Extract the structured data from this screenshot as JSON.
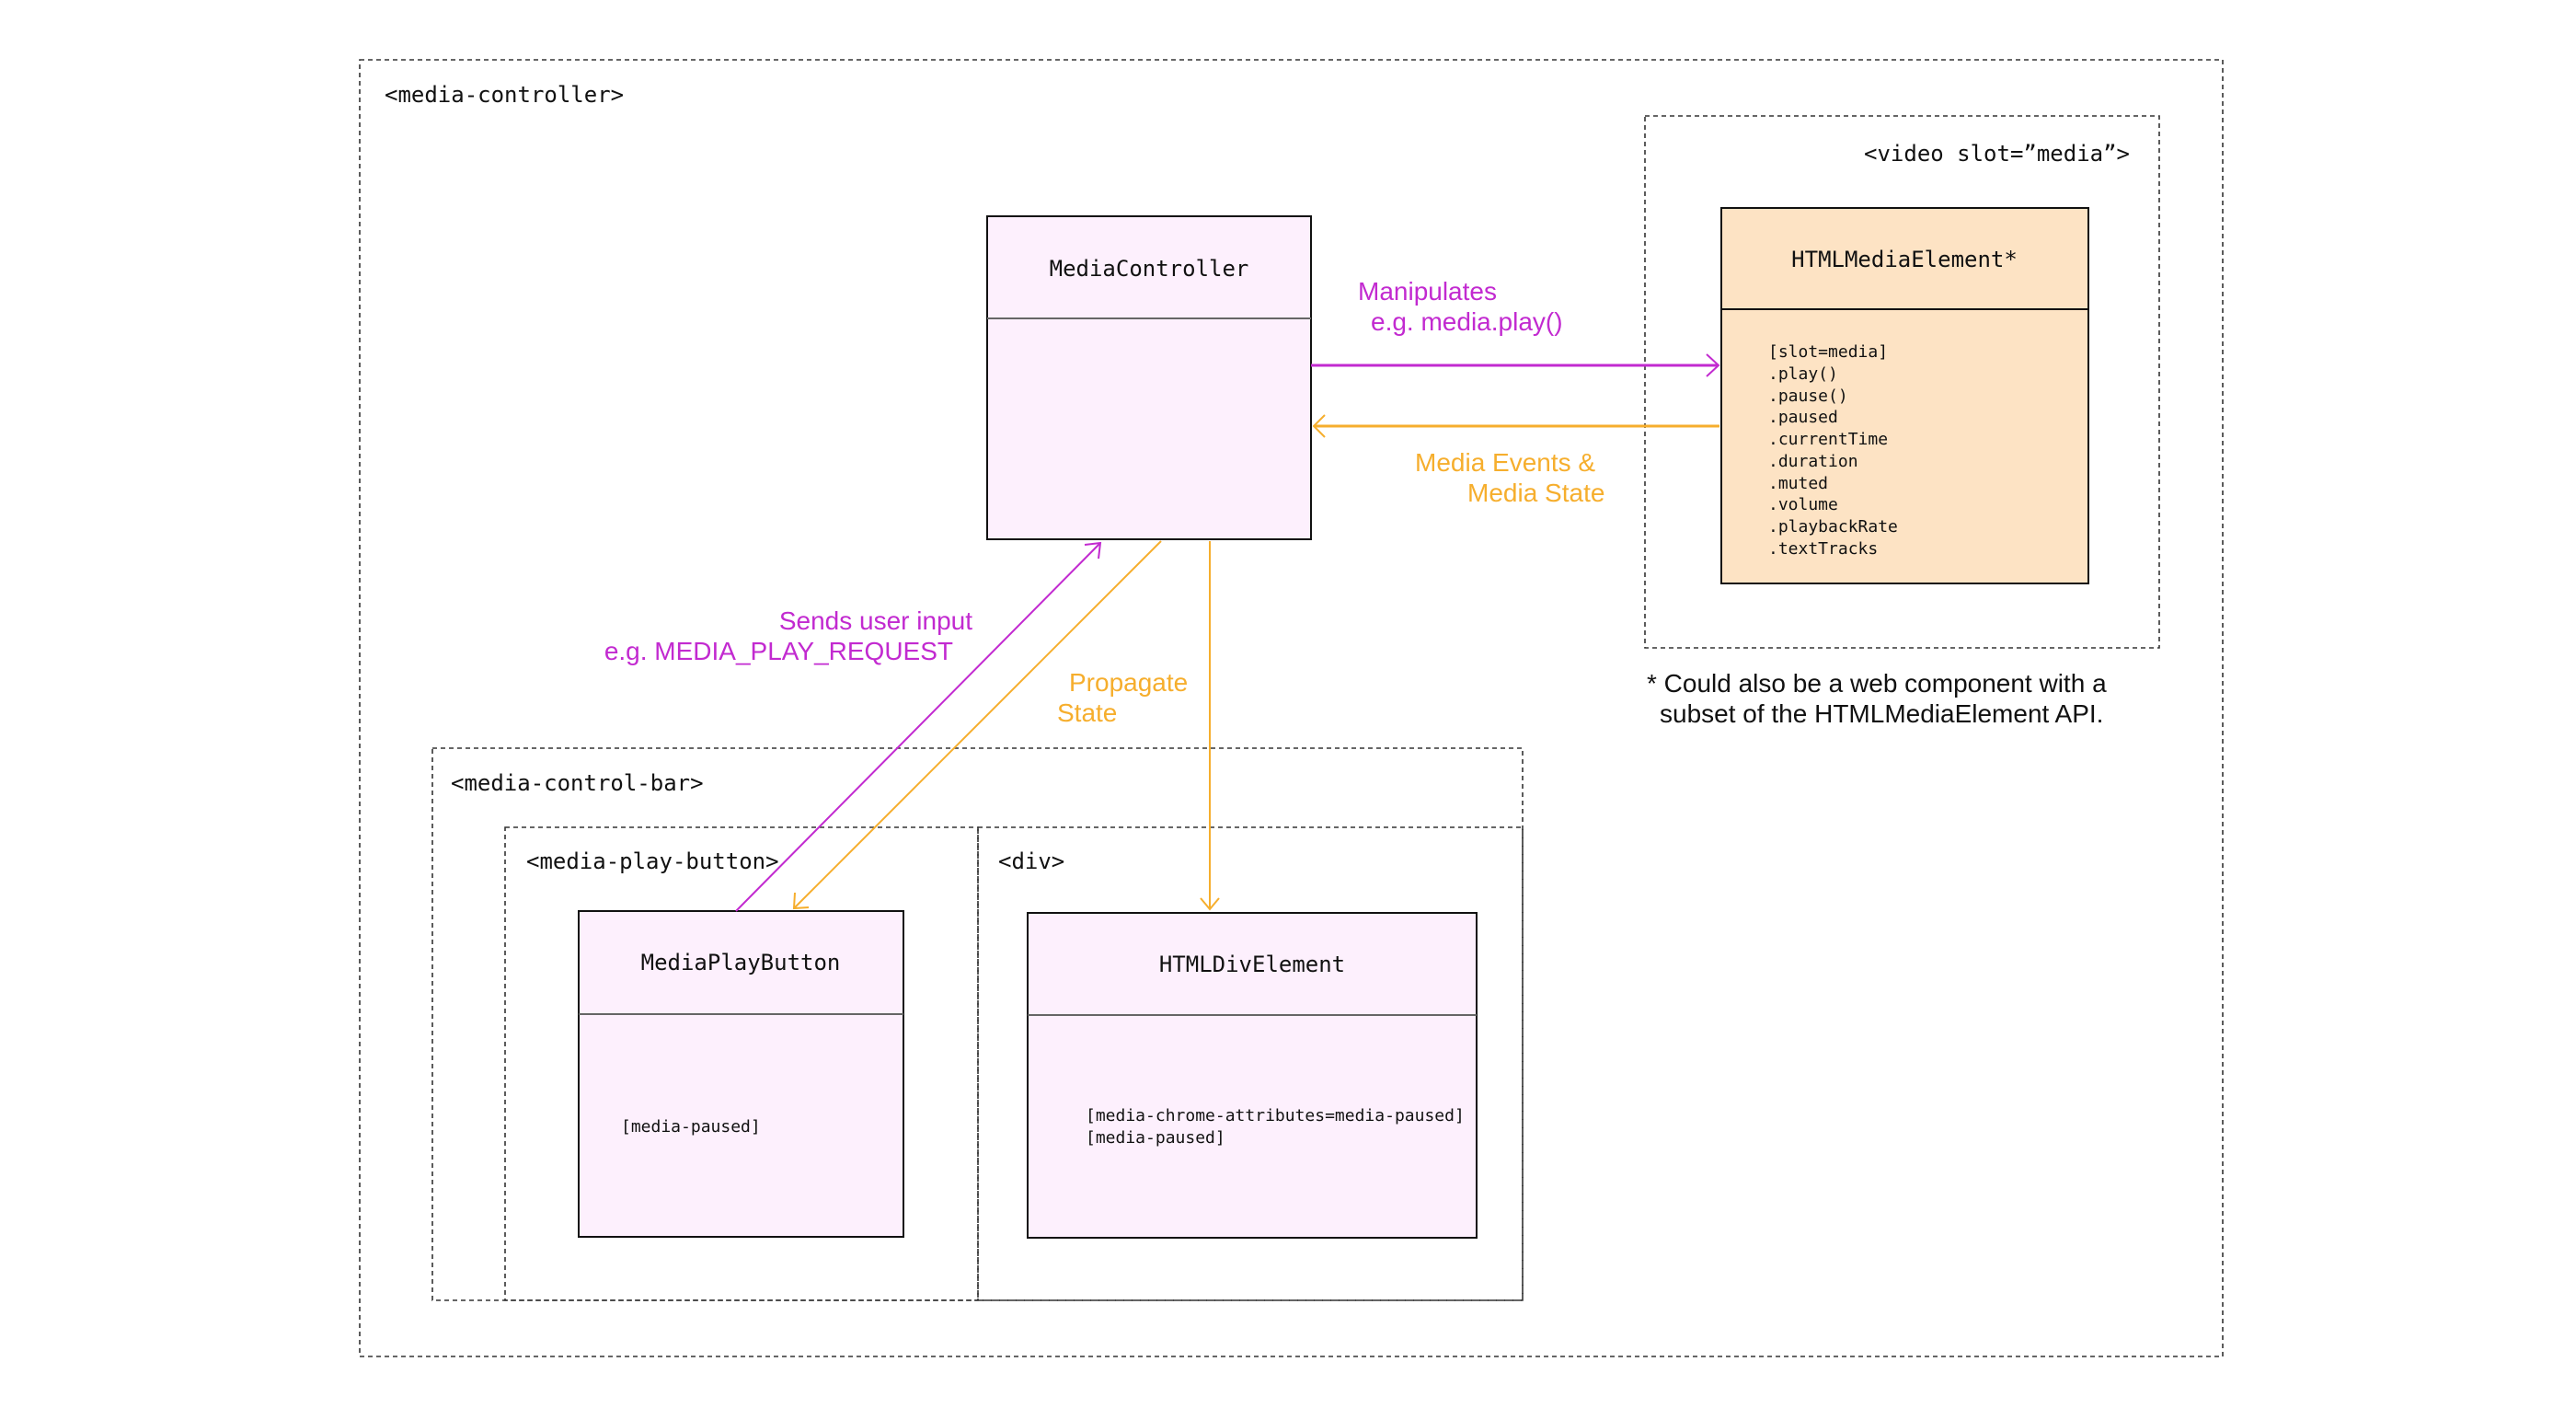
{
  "colors": {
    "magenta": "#c22ad0",
    "orange": "#f6ae2d",
    "component_fill": "#fdf0fd",
    "media_fill": "#fde3c4"
  },
  "containers": {
    "media_controller": "<media-controller>",
    "video": "<video slot=”media”>",
    "media_control_bar": "<media-control-bar>",
    "media_play_button": "<media-play-button>",
    "div": "<div>"
  },
  "classes": {
    "media_controller": {
      "title": "MediaController",
      "attributes": []
    },
    "html_media_element": {
      "title": "HTMLMediaElement*",
      "attributes": [
        "[slot=media]",
        ".play()",
        ".pause()",
        ".paused",
        ".currentTime",
        ".duration",
        ".muted",
        ".volume",
        ".playbackRate",
        ".textTracks"
      ]
    },
    "media_play_button": {
      "title": "MediaPlayButton",
      "attributes": [
        "[media-paused]"
      ]
    },
    "html_div_element": {
      "title": "HTMLDivElement",
      "attributes": [
        "[media-chrome-attributes=media-paused]",
        "[media-paused]"
      ]
    }
  },
  "arrows": {
    "manipulates": {
      "line1": "Manipulates",
      "line2": "e.g. media.play()"
    },
    "media_events": {
      "line1": "Media Events &",
      "line2": "Media State"
    },
    "sends_user_input": {
      "line1": "Sends user input",
      "line2": "e.g. MEDIA_PLAY_REQUEST"
    },
    "propagate_state": {
      "line1": "Propagate",
      "line2": "State"
    }
  },
  "footnote": {
    "line1": "* Could also be a web component with a",
    "line2": "subset of the HTMLMediaElement API."
  }
}
